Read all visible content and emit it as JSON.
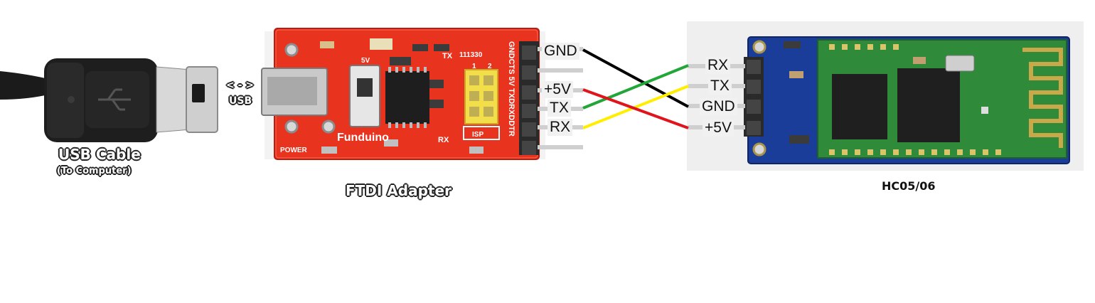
{
  "usb_cable": {
    "title": "USB Cable",
    "subtitle": "(To Computer)"
  },
  "usb_link": {
    "arrow": "< - >",
    "label": "USB"
  },
  "ftdi": {
    "title": "FTDI Adapter",
    "board_text": {
      "brand": "Funduino",
      "power": "POWER",
      "tx": "TX",
      "rx": "RX",
      "serial": "111330",
      "fivev": "5V",
      "isp": "ISP",
      "jumper_1": "1",
      "jumper_2": "2",
      "side_header": "GNDCTS 5V TXDRXDDTR"
    },
    "pins": [
      "GND",
      "+5V",
      "TX",
      "RX"
    ]
  },
  "hc05": {
    "title": "HC05/06",
    "pins": [
      "RX",
      "TX",
      "GND",
      "+5V"
    ]
  },
  "wire_colors": {
    "black": "#000000",
    "green": "#22a638",
    "yellow": "#ffee00",
    "red": "#e0141c"
  },
  "colors": {
    "ftdi_board": "#e8331f",
    "hc_board_blue": "#1a3d9a",
    "hc_board_green": "#2f8a3a",
    "cable": "#1c1c1c"
  }
}
